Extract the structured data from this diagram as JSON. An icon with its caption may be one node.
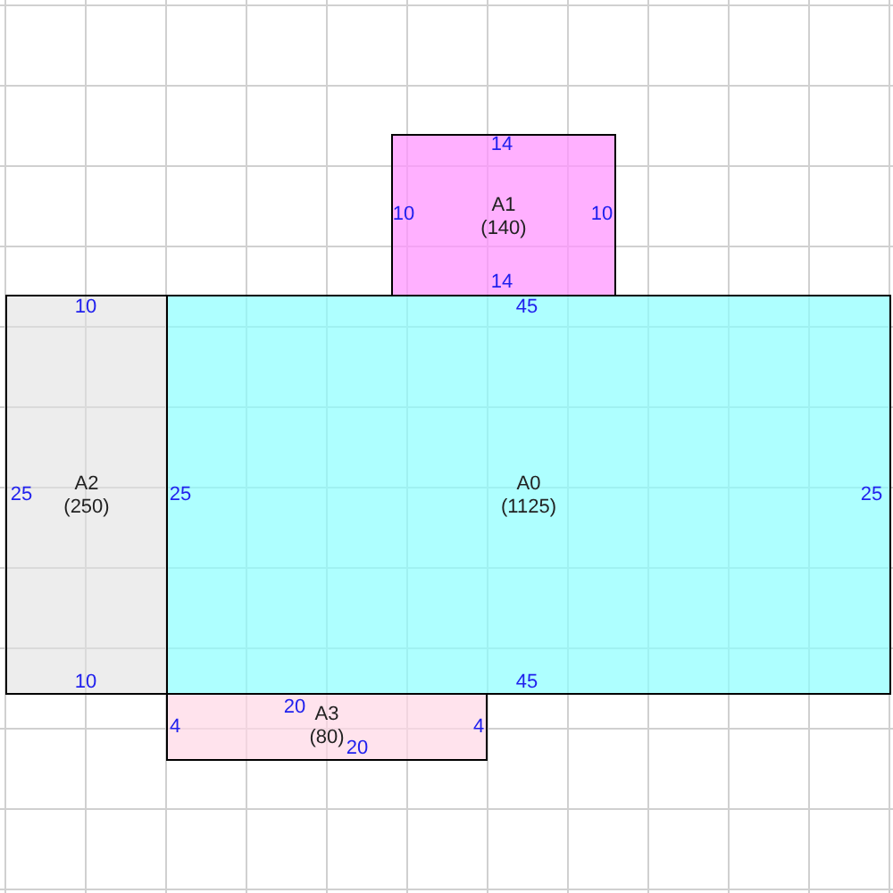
{
  "diagram": {
    "nodes": [
      {
        "text": [
          "A1",
          "(140)"
        ]
      },
      {
        "text": [
          "A2",
          "(250)"
        ]
      },
      {
        "text": [
          "A0",
          "(1125)"
        ]
      },
      {
        "text": [
          "A3",
          "(80)"
        ]
      }
    ],
    "edges": [],
    "labels": [
      "14",
      "10",
      "10",
      "14",
      "10",
      "45",
      "25",
      "25",
      "25",
      "10",
      "45",
      "20",
      "4",
      "4",
      "20"
    ]
  }
}
